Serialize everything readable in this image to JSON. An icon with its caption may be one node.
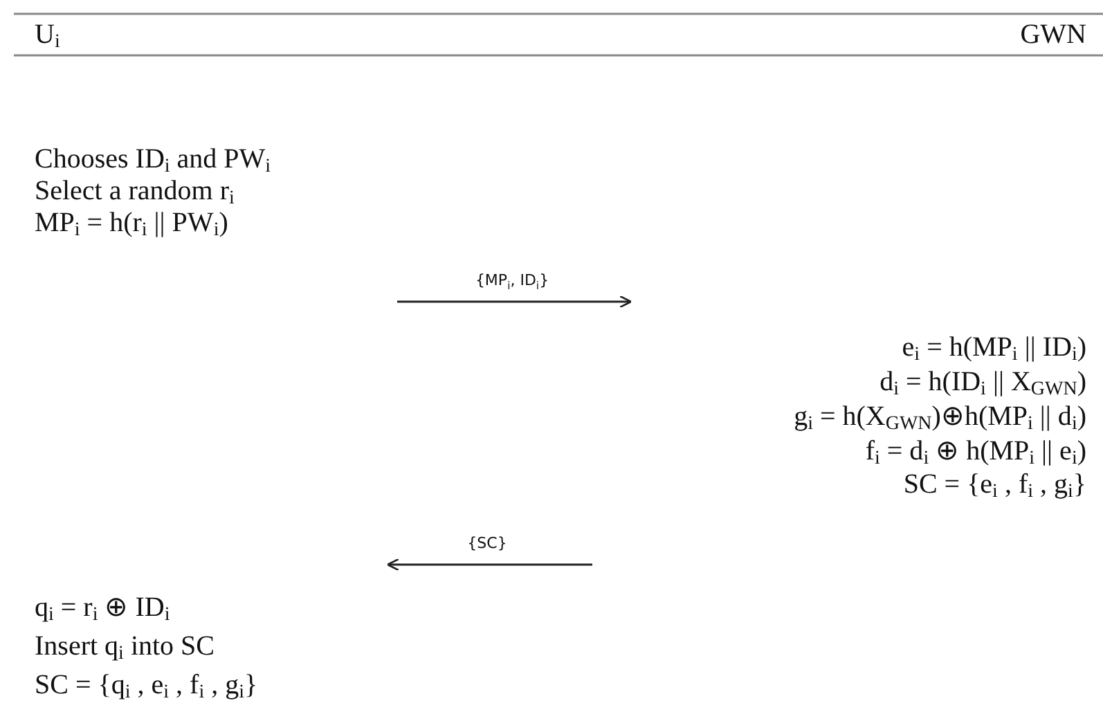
{
  "diagram": {
    "labels": [
      "U$_{i}$",
      "GWN",
      "Chooses ID$_{i}$ and PW$_{i}$",
      "Select a random r$_{i}$",
      "MP$_{i}$ = h(r$_{i}$ || PW$_{i}$)",
      "{MP$_{i}$, ID$_{i}$}",
      "e$_{i}$ = h(MP$_{i}$ || ID$_{i}$)",
      "d$_{i}$ = h(ID$_{i}$ || X$_{GWN}$)",
      "g$_{i}$ = h(X$_{GWN}$)⊕h(MP$_{i}$ || d$_{i}$)",
      "f$_{i}$ = d$_{i}$ ⊕ h(MP$_{i}$ || e$_{i}$)",
      "SC = {e$_{i}$ , f$_{i}$ , g$_{i}$}",
      "{SC}",
      "q$_{i}$ = r$_{i}$ ⊕ ID$_{i}$",
      "Insert q$_{i}$ into SC",
      "SC = {q$_{i}$ , e$_{i}$ , f$_{i}$ , g$_{i}$}"
    ]
  }
}
